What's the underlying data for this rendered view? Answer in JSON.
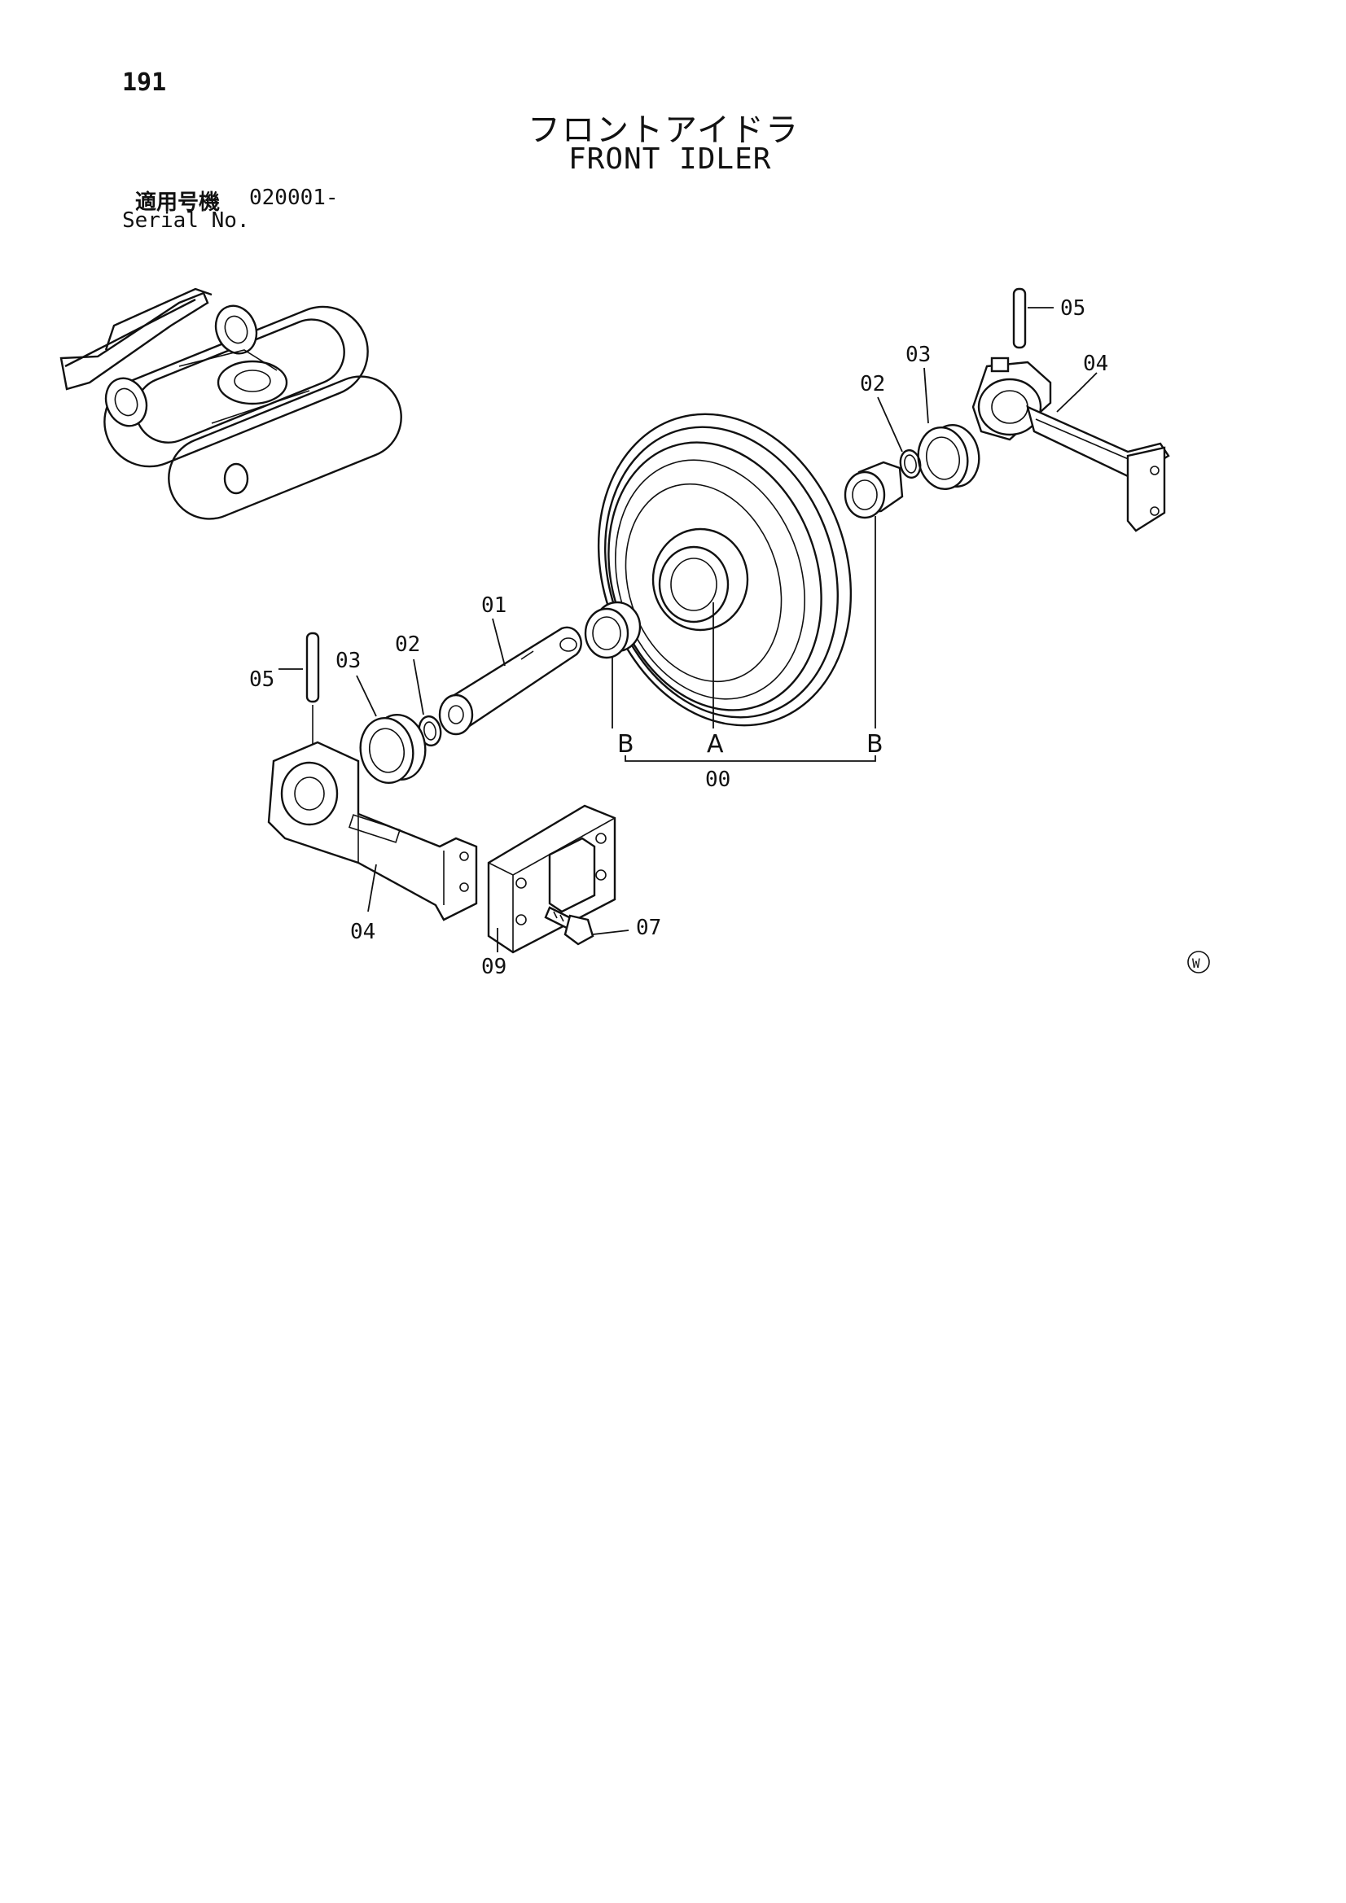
{
  "header": {
    "page_number": "191",
    "title_jp": "フロントアイドラ",
    "title_en": "FRONT IDLER",
    "serial_label_jp": "適用号機",
    "serial_value": "020001-",
    "serial_label_en": "Serial No."
  },
  "callouts": {
    "pin_right": "05",
    "seal_right": "03",
    "support_right": "04",
    "ring_right": "02",
    "shaft": "01",
    "ring_left": "02",
    "seal_left": "03",
    "pin_left": "05",
    "bushing_left": "B",
    "wheel": "A",
    "bushing_right": "B",
    "assembly": "00",
    "support_left": "04",
    "block": "09",
    "bolt": "07"
  },
  "mark": "W"
}
